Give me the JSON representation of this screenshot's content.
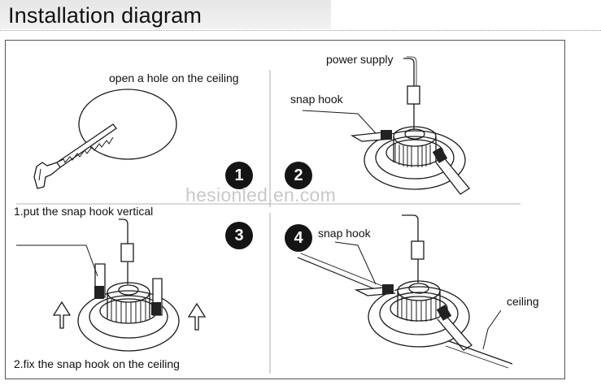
{
  "header": {
    "title": "Installation diagram"
  },
  "labels": {
    "hole": "open a hole on the ceiling",
    "power": "power supply",
    "snap_top": "snap hook",
    "vertical": "1.put the snap hook vertical",
    "snap_4": "snap hook",
    "ceiling": "ceiling",
    "fix": "2.fix the snap hook on the ceiling"
  },
  "steps": [
    "1",
    "2",
    "3",
    "4"
  ],
  "watermark": "hesionled.en.com",
  "colors": {
    "ink": "#111111",
    "step_fill": "#141414",
    "watermark": "#c8c8c8"
  }
}
